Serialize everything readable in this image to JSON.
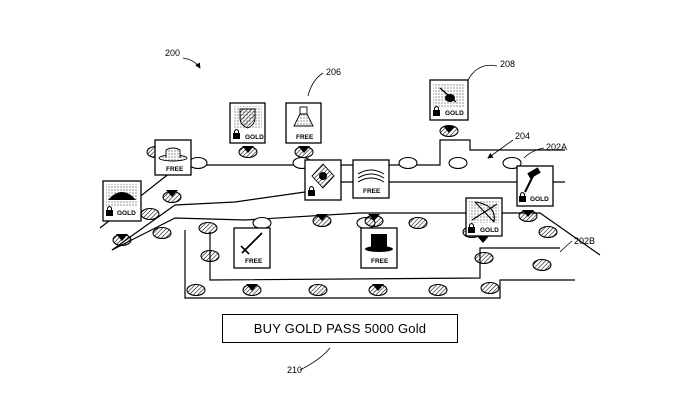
{
  "refs": {
    "figure": "200",
    "tile_free_top": "206",
    "tile_gold_top": "208",
    "path": "204",
    "lane_a": "202A",
    "lane_b": "202B",
    "button": "210"
  },
  "tiles": [
    {
      "id": "shield",
      "label": "GOLD",
      "locked": true,
      "icon": "shield-icon"
    },
    {
      "id": "potion",
      "label": "FREE",
      "locked": false,
      "icon": "potion-flask-icon"
    },
    {
      "id": "hat",
      "label": "FREE",
      "locked": false,
      "icon": "fedora-hat-icon"
    },
    {
      "id": "pirate",
      "label": "GOLD",
      "locked": true,
      "icon": "pirate-hat-icon"
    },
    {
      "id": "bug",
      "label": "GOLD",
      "locked": true,
      "icon": "bug-icon"
    },
    {
      "id": "ornament",
      "label": "",
      "locked": true,
      "icon": "ornament-icon"
    },
    {
      "id": "cake",
      "label": "FREE",
      "locked": false,
      "icon": "cake-icon"
    },
    {
      "id": "hammer",
      "label": "GOLD",
      "locked": true,
      "icon": "hammer-icon"
    },
    {
      "id": "bow",
      "label": "GOLD",
      "locked": true,
      "icon": "bow-arrow-icon"
    },
    {
      "id": "sword",
      "label": "FREE",
      "locked": false,
      "icon": "sword-icon"
    },
    {
      "id": "tophat",
      "label": "FREE",
      "locked": false,
      "icon": "top-hat-icon"
    }
  ],
  "button": {
    "label": "BUY GOLD PASS  5000 Gold"
  }
}
